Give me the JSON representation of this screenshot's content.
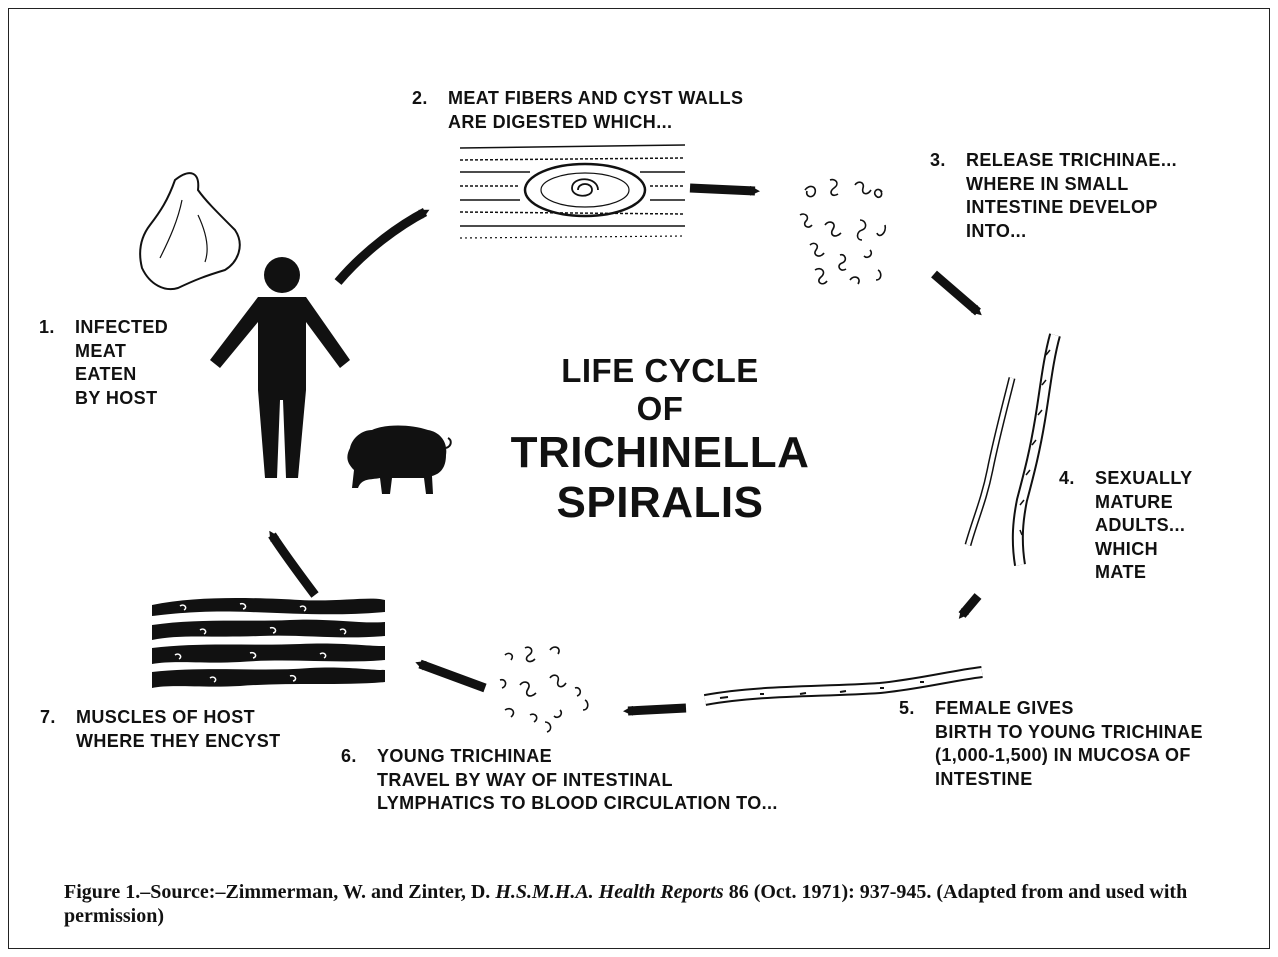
{
  "diagram": {
    "title": {
      "line1": "LIFE CYCLE",
      "line2": "OF",
      "line3": "TRICHINELLA",
      "line4": "SPIRALIS"
    },
    "steps": [
      {
        "num": "1.",
        "lines": [
          "INFECTED",
          "MEAT",
          "EATEN",
          "BY HOST"
        ]
      },
      {
        "num": "2.",
        "lines": [
          "MEAT FIBERS AND CYST WALLS",
          "ARE DIGESTED WHICH..."
        ]
      },
      {
        "num": "3.",
        "lines": [
          "RELEASE TRICHINAE...",
          "WHERE IN SMALL",
          "INTESTINE DEVELOP",
          "INTO..."
        ]
      },
      {
        "num": "4.",
        "lines": [
          "SEXUALLY",
          "MATURE",
          "ADULTS...",
          "WHICH",
          "MATE"
        ]
      },
      {
        "num": "5.",
        "lines": [
          "FEMALE GIVES",
          "BIRTH TO YOUNG TRICHINAE",
          "(1,000-1,500) IN MUCOSA OF",
          "INTESTINE"
        ]
      },
      {
        "num": "6.",
        "lines": [
          "YOUNG TRICHINAE",
          "TRAVEL BY WAY OF INTESTINAL",
          "LYMPHATICS TO BLOOD CIRCULATION TO..."
        ]
      },
      {
        "num": "7.",
        "lines": [
          "MUSCLES OF HOST",
          "WHERE THEY ENCYST"
        ]
      }
    ]
  },
  "caption": {
    "prefix": "Figure 1.–Source:–Zimmerman, W. and Zinter, D. ",
    "journal_abbrev": "H.S.M.H.A.",
    "journal_name": "Health Reports",
    "suffix": " 86 (Oct. 1971): 937-945. (Adapted from and used with permission)"
  },
  "colors": {
    "ink": "#111111",
    "paper": "#ffffff"
  }
}
